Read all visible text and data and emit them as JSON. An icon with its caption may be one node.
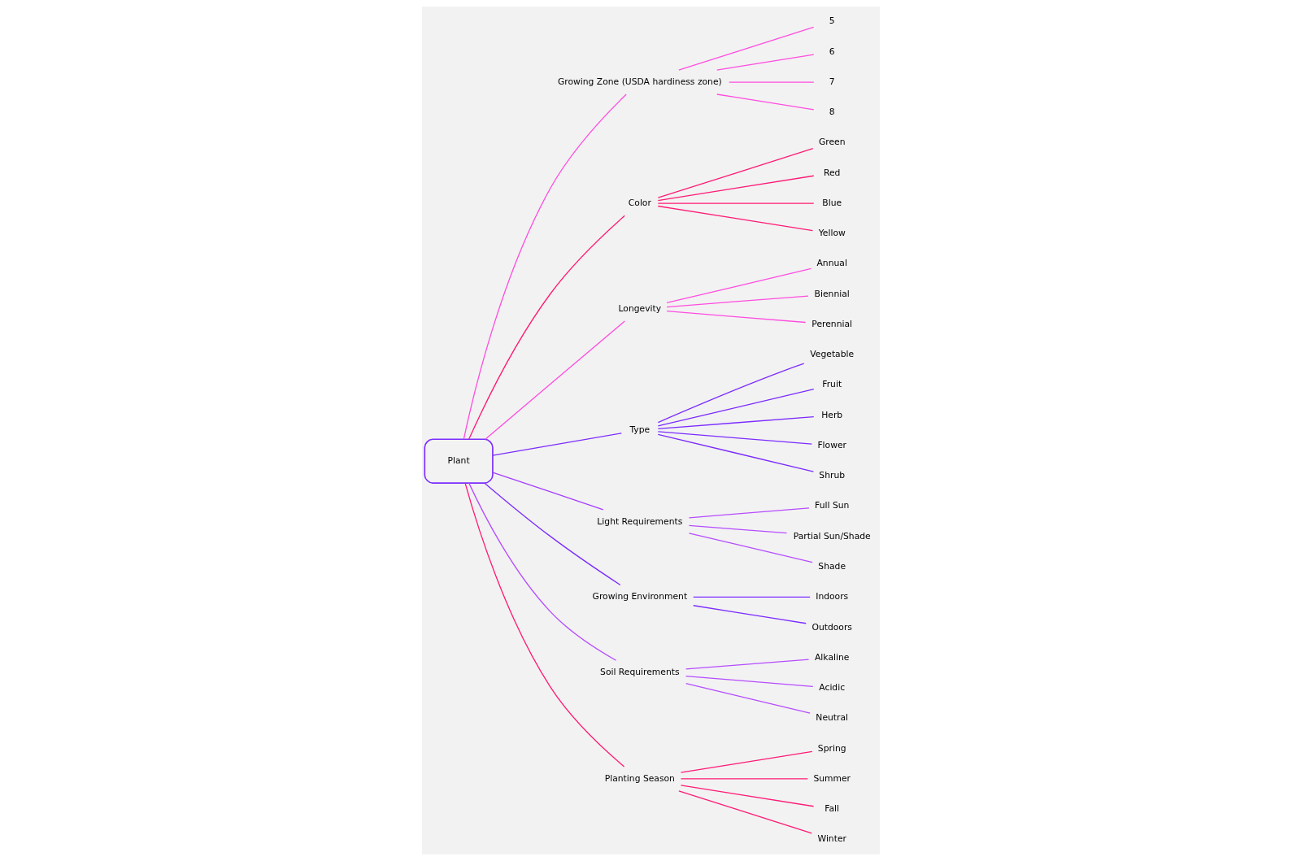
{
  "diagram": {
    "nodes": [
      {
        "text": [
          "Plant"
        ]
      },
      {
        "text": [
          "Growing Zone (USDA hardiness zone)"
        ]
      },
      {
        "text": [
          "5"
        ]
      },
      {
        "text": [
          "6"
        ]
      },
      {
        "text": [
          "7"
        ]
      },
      {
        "text": [
          "8"
        ]
      },
      {
        "text": [
          "Color"
        ]
      },
      {
        "text": [
          "Green"
        ]
      },
      {
        "text": [
          "Red"
        ]
      },
      {
        "text": [
          "Blue"
        ]
      },
      {
        "text": [
          "Yellow"
        ]
      },
      {
        "text": [
          "Longevity"
        ]
      },
      {
        "text": [
          "Annual"
        ]
      },
      {
        "text": [
          "Biennial"
        ]
      },
      {
        "text": [
          "Perennial"
        ]
      },
      {
        "text": [
          "Type"
        ]
      },
      {
        "text": [
          "Vegetable"
        ]
      },
      {
        "text": [
          "Fruit"
        ]
      },
      {
        "text": [
          "Herb"
        ]
      },
      {
        "text": [
          "Flower"
        ]
      },
      {
        "text": [
          "Shrub"
        ]
      },
      {
        "text": [
          "Light Requirements"
        ]
      },
      {
        "text": [
          "Full Sun"
        ]
      },
      {
        "text": [
          "Partial Sun/Shade"
        ]
      },
      {
        "text": [
          "Shade"
        ]
      },
      {
        "text": [
          "Growing Environment"
        ]
      },
      {
        "text": [
          "Indoors"
        ]
      },
      {
        "text": [
          "Outdoors"
        ]
      },
      {
        "text": [
          "Soil Requirements"
        ]
      },
      {
        "text": [
          "Alkaline"
        ]
      },
      {
        "text": [
          "Acidic"
        ]
      },
      {
        "text": [
          "Neutral"
        ]
      },
      {
        "text": [
          "Planting Season"
        ]
      },
      {
        "text": [
          "Spring"
        ]
      },
      {
        "text": [
          "Summer"
        ]
      },
      {
        "text": [
          "Fall"
        ]
      },
      {
        "text": [
          "Winter"
        ]
      }
    ],
    "edges": [
      {
        "from": 0,
        "to": 1,
        "arrow": "none",
        "color": "#ff4de0"
      },
      {
        "from": 1,
        "to": 2,
        "arrow": "none",
        "color": "#ff4de0"
      },
      {
        "from": 1,
        "to": 3,
        "arrow": "none",
        "color": "#ff4de0"
      },
      {
        "from": 1,
        "to": 4,
        "arrow": "none",
        "color": "#ff4de0"
      },
      {
        "from": 1,
        "to": 5,
        "arrow": "none",
        "color": "#ff4de0"
      },
      {
        "from": 0,
        "to": 6,
        "arrow": "none",
        "color": "#ff1a75"
      },
      {
        "from": 6,
        "to": 7,
        "arrow": "none",
        "color": "#ff1a75"
      },
      {
        "from": 6,
        "to": 8,
        "arrow": "none",
        "color": "#ff1a75"
      },
      {
        "from": 6,
        "to": 9,
        "arrow": "none",
        "color": "#ff1a75"
      },
      {
        "from": 6,
        "to": 10,
        "arrow": "none",
        "color": "#ff1a75"
      },
      {
        "from": 0,
        "to": 11,
        "arrow": "none",
        "color": "#ff4de0"
      },
      {
        "from": 11,
        "to": 12,
        "arrow": "none",
        "color": "#ff4de0"
      },
      {
        "from": 11,
        "to": 13,
        "arrow": "none",
        "color": "#ff4de0"
      },
      {
        "from": 11,
        "to": 14,
        "arrow": "none",
        "color": "#ff4de0"
      },
      {
        "from": 0,
        "to": 15,
        "arrow": "none",
        "color": "#7b2cff"
      },
      {
        "from": 15,
        "to": 16,
        "arrow": "none",
        "color": "#7b2cff"
      },
      {
        "from": 15,
        "to": 17,
        "arrow": "none",
        "color": "#7b2cff"
      },
      {
        "from": 15,
        "to": 18,
        "arrow": "none",
        "color": "#7b2cff"
      },
      {
        "from": 15,
        "to": 19,
        "arrow": "none",
        "color": "#7b2cff"
      },
      {
        "from": 15,
        "to": 20,
        "arrow": "none",
        "color": "#7b2cff"
      },
      {
        "from": 0,
        "to": 21,
        "arrow": "none",
        "color": "#a63dff"
      },
      {
        "from": 21,
        "to": 22,
        "arrow": "none",
        "color": "#b64dff"
      },
      {
        "from": 21,
        "to": 23,
        "arrow": "none",
        "color": "#b64dff"
      },
      {
        "from": 21,
        "to": 24,
        "arrow": "none",
        "color": "#b64dff"
      },
      {
        "from": 0,
        "to": 25,
        "arrow": "none",
        "color": "#7b2cff"
      },
      {
        "from": 25,
        "to": 26,
        "arrow": "none",
        "color": "#7b2cff"
      },
      {
        "from": 25,
        "to": 27,
        "arrow": "none",
        "color": "#7b2cff"
      },
      {
        "from": 0,
        "to": 28,
        "arrow": "none",
        "color": "#b64dff"
      },
      {
        "from": 28,
        "to": 29,
        "arrow": "none",
        "color": "#b64dff"
      },
      {
        "from": 28,
        "to": 30,
        "arrow": "none",
        "color": "#b64dff"
      },
      {
        "from": 28,
        "to": 31,
        "arrow": "none",
        "color": "#b64dff"
      },
      {
        "from": 0,
        "to": 32,
        "arrow": "none",
        "color": "#ff1a75"
      },
      {
        "from": 32,
        "to": 33,
        "arrow": "none",
        "color": "#ff1a75"
      },
      {
        "from": 32,
        "to": 34,
        "arrow": "none",
        "color": "#ff1a75"
      },
      {
        "from": 32,
        "to": 35,
        "arrow": "none",
        "color": "#ff1a75"
      },
      {
        "from": 32,
        "to": 36,
        "arrow": "none",
        "color": "#ff1a75"
      }
    ]
  }
}
